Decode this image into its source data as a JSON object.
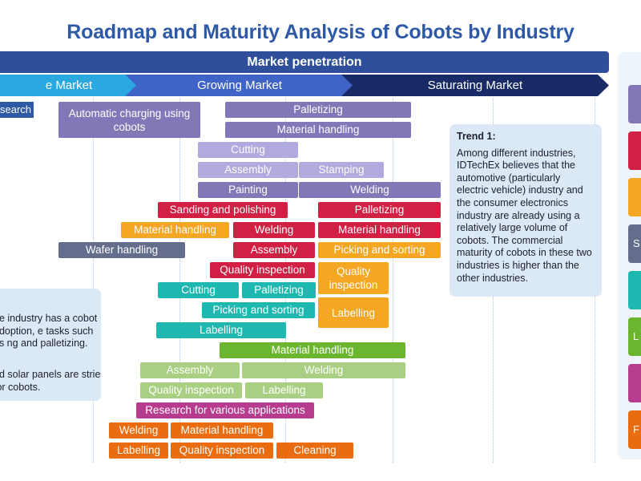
{
  "title": "Roadmap and Maturity Analysis of Cobots by Industry",
  "band_label": "Market penetration",
  "phases": [
    "e Market",
    "Growing Market",
    "Saturating Market"
  ],
  "research_tag": "search",
  "trend1": {
    "heading": "Trend 1:",
    "body": "Among different industries, IDTechEx believes that the automotive (particularly electric vehicle) industry and the consumer electronics industry are already using a relatively large volume of cobots. The commercial maturity of cobots in these two industries is higher than the other industries."
  },
  "left_note": {
    "p1": "ge industry has a cobot adoption, e tasks such as ng and palletizing.",
    "p2": "nd solar panels are stries for cobots."
  },
  "colors": {
    "purple": "#8477b8",
    "light_purple": "#b0aade",
    "red": "#d21f44",
    "orange": "#f5a623",
    "slate": "#646e8c",
    "teal": "#1fb8b0",
    "green": "#6cb62f",
    "light_green": "#a9d082",
    "magenta": "#b73c8f",
    "dark_orange": "#e96d10"
  },
  "legend": [
    {
      "color": "#8477b8",
      "label": ""
    },
    {
      "color": "#d21f44",
      "label": ""
    },
    {
      "color": "#f5a623",
      "label": ""
    },
    {
      "color": "#646e8c",
      "label": "S"
    },
    {
      "color": "#1fb8b0",
      "label": ""
    },
    {
      "color": "#6cb62f",
      "label": "L"
    },
    {
      "color": "#b73c8f",
      "label": ""
    },
    {
      "color": "#e96d10",
      "label": "F"
    }
  ],
  "bars": [
    {
      "label": "Automatic charging using cobots",
      "color": "purple"
    },
    {
      "label": "Palletizing",
      "color": "purple"
    },
    {
      "label": "Material handling",
      "color": "purple"
    },
    {
      "label": "Cutting",
      "color": "light_purple"
    },
    {
      "label": "Assembly",
      "color": "light_purple"
    },
    {
      "label": "Stamping",
      "color": "light_purple"
    },
    {
      "label": "Painting",
      "color": "purple"
    },
    {
      "label": "Welding",
      "color": "purple"
    },
    {
      "label": "Sanding and polishing",
      "color": "red"
    },
    {
      "label": "Palletizing",
      "color": "red"
    },
    {
      "label": "Material handling",
      "color": "orange"
    },
    {
      "label": "Welding",
      "color": "red"
    },
    {
      "label": "Material handling",
      "color": "red"
    },
    {
      "label": "Wafer handling",
      "color": "slate"
    },
    {
      "label": "Assembly",
      "color": "red"
    },
    {
      "label": "Picking and sorting",
      "color": "orange"
    },
    {
      "label": "Quality inspection",
      "color": "red"
    },
    {
      "label": "Quality inspection",
      "color": "orange"
    },
    {
      "label": "Cutting",
      "color": "teal"
    },
    {
      "label": "Palletizing",
      "color": "teal"
    },
    {
      "label": "Picking and sorting",
      "color": "teal"
    },
    {
      "label": "Labelling",
      "color": "orange"
    },
    {
      "label": "Labelling",
      "color": "teal"
    },
    {
      "label": "Material handling",
      "color": "green"
    },
    {
      "label": "Assembly",
      "color": "light_green"
    },
    {
      "label": "Welding",
      "color": "light_green"
    },
    {
      "label": "Quality inspection",
      "color": "light_green"
    },
    {
      "label": "Labelling",
      "color": "light_green"
    },
    {
      "label": "Research for various applications",
      "color": "magenta"
    },
    {
      "label": "Welding",
      "color": "dark_orange"
    },
    {
      "label": "Material handling",
      "color": "dark_orange"
    },
    {
      "label": "Labelling",
      "color": "dark_orange"
    },
    {
      "label": "Quality inspection",
      "color": "dark_orange"
    },
    {
      "label": "Cleaning",
      "color": "dark_orange"
    }
  ]
}
